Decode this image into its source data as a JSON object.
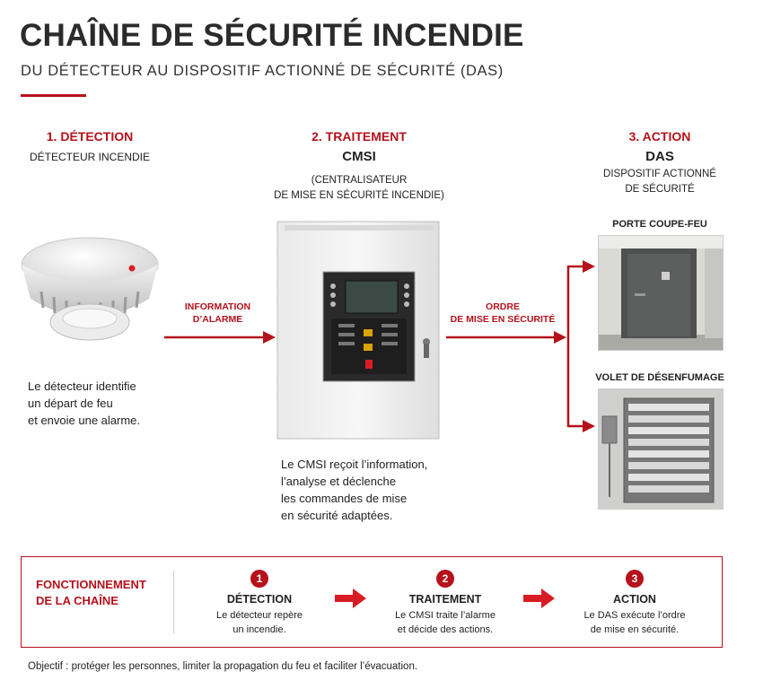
{
  "header": {
    "title": "CHAÎNE DE SÉCURITÉ INCENDIE",
    "subtitle": "DU DÉTECTEUR AU DISPOSITIF ACTIONNÉ DE SÉCURITÉ (DAS)"
  },
  "steps": {
    "detection": {
      "heading": "1. DÉTECTION",
      "name": "DÉTECTEUR INCENDIE",
      "description": [
        "Le détecteur identifie",
        "un départ de feu",
        "et envoie une alarme."
      ]
    },
    "traitement": {
      "heading": "2. TRAITEMENT",
      "name": "CMSI",
      "full_name": [
        "(CENTRALISATEUR",
        "DE MISE EN SÉCURITÉ INCENDIE)"
      ],
      "description": [
        "Le CMSI reçoit l’information,",
        "l’analyse et déclenche",
        "les commandes de mise",
        "en sécurité adaptées."
      ]
    },
    "action": {
      "heading": "3. ACTION",
      "name": "DAS",
      "full_name": [
        "DISPOSITIF ACTIONNÉ",
        "DE SÉCURITÉ"
      ],
      "examples": [
        "PORTE COUPE-FEU",
        "VOLET DE DÉSENFUMAGE"
      ]
    }
  },
  "arrows": {
    "information": [
      "INFORMATION",
      "D’ALARME"
    ],
    "ordre": [
      "ORDRE",
      "DE MISE EN SÉCURITÉ"
    ]
  },
  "summary": {
    "title": [
      "FONCTIONNEMENT",
      "DE LA CHAÎNE"
    ],
    "items": [
      {
        "number": "1",
        "heading": "DÉTECTION",
        "text": [
          "Le détecteur repère",
          "un incendie."
        ]
      },
      {
        "number": "2",
        "heading": "TRAITEMENT",
        "text": [
          "Le CMSI traite l’alarme",
          "et décide des actions."
        ]
      },
      {
        "number": "3",
        "heading": "ACTION",
        "text": [
          "Le DAS exécute l’ordre",
          "de mise en sécurité."
        ]
      }
    ]
  },
  "footer": {
    "objectif": "Objectif : protéger les personnes, limiter la propagation du feu et faciliter l’évacuation."
  },
  "colors": {
    "accent": "#b5121b",
    "text": "#222222"
  },
  "icons": [
    "smoke-detector-image",
    "cmsi-panel-image",
    "fire-door-image",
    "smoke-vent-image",
    "arrow-right-icon"
  ]
}
